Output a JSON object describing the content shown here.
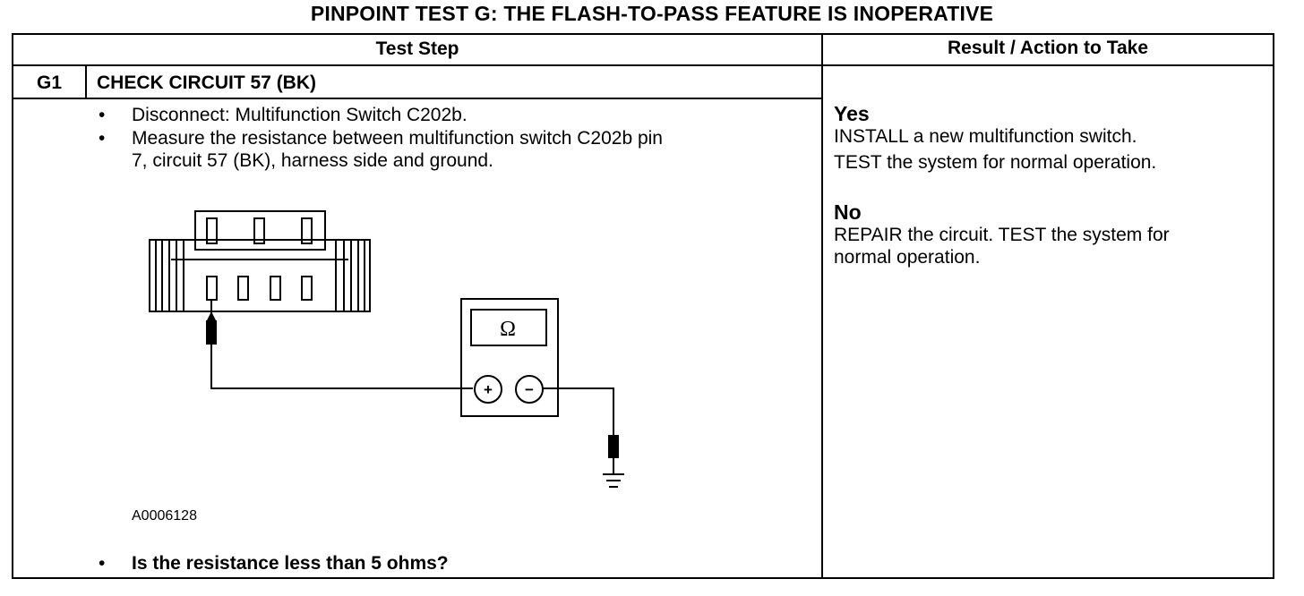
{
  "title": "PINPOINT TEST G: THE FLASH-TO-PASS FEATURE IS INOPERATIVE",
  "table": {
    "header_test_step": "Test Step",
    "header_result": "Result / Action to Take",
    "step_id": "G1",
    "step_title": "CHECK CIRCUIT 57 (BK)",
    "bullets": [
      "Disconnect: Multifunction Switch C202b.",
      "Measure the resistance between multifunction switch C202b pin",
      "7, circuit 57 (BK), harness side and ground."
    ],
    "figure_caption": "A0006128",
    "meter_symbol": "Ω",
    "plus_symbol": "+",
    "minus_symbol": "−",
    "question": "Is the resistance less than 5 ohms?",
    "bullet_char": "•"
  },
  "results": {
    "yes_label": "Yes",
    "yes_lines": [
      "INSTALL a new multifunction switch.",
      "TEST the system for normal operation."
    ],
    "no_label": "No",
    "no_lines": [
      "REPAIR the circuit. TEST the system for",
      "normal operation."
    ]
  }
}
